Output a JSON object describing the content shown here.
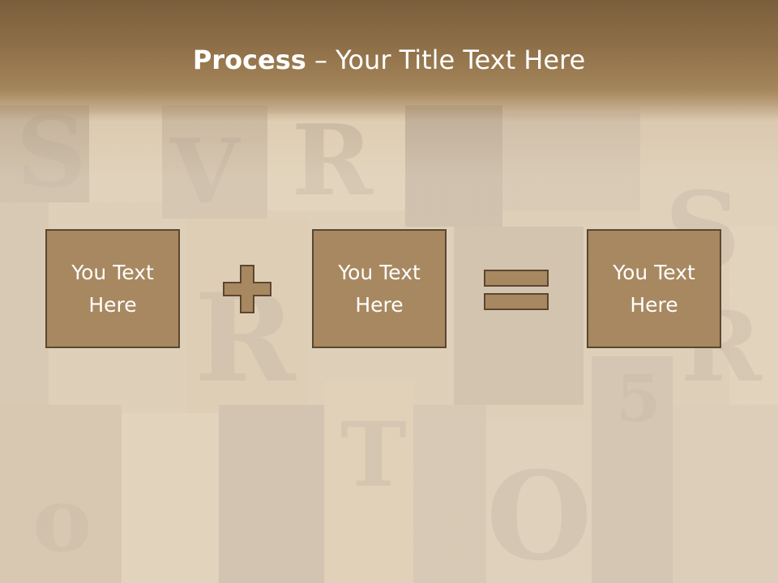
{
  "slide": {
    "title_bold": "Process",
    "title_rest": " – Your Title Text Here",
    "boxes": [
      {
        "text": "You Text Here"
      },
      {
        "text": "You Text Here"
      },
      {
        "text": "You Text Here"
      }
    ],
    "operators": [
      "plus",
      "equals"
    ]
  },
  "colors": {
    "header": "#8f7048",
    "box_fill": "#a88860",
    "box_border": "#5c4630",
    "text": "#ffffff"
  },
  "icons": [
    "plus-icon",
    "equals-icon"
  ]
}
